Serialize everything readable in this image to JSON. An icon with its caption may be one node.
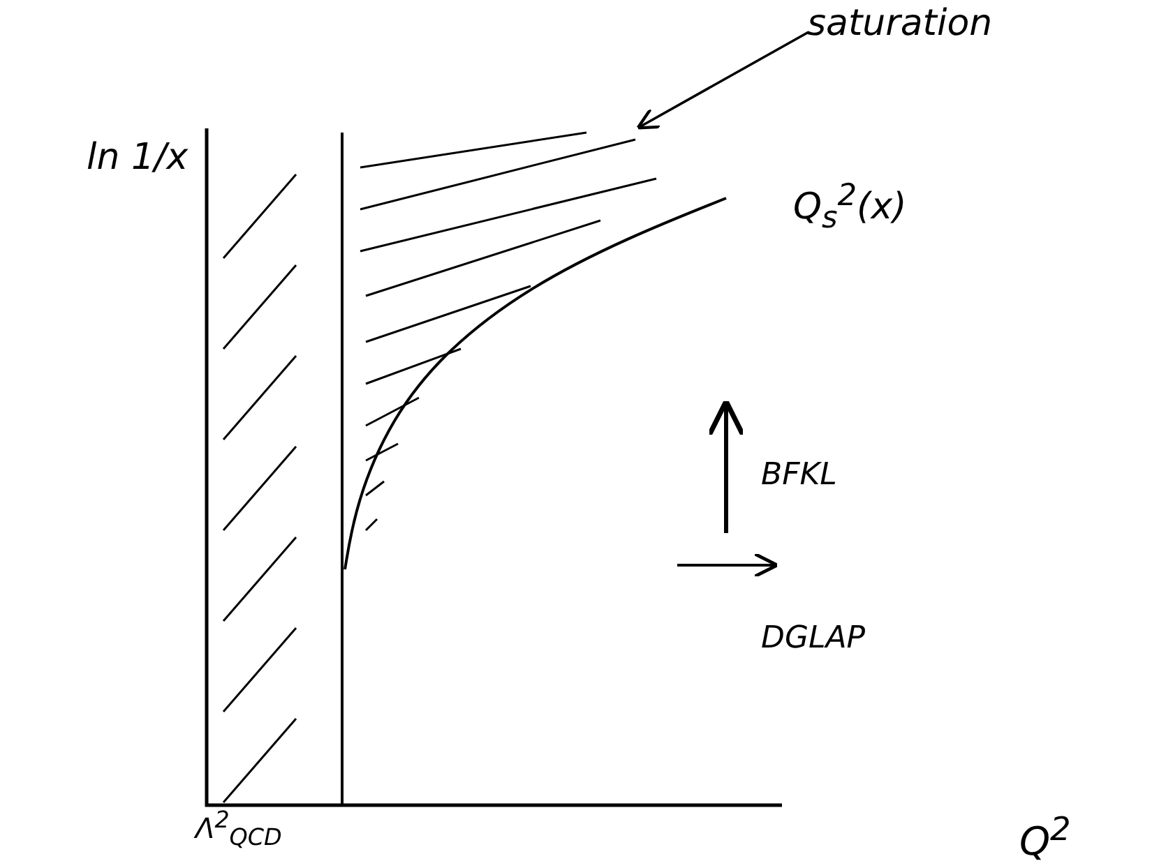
{
  "diagram": {
    "nodes": [
      {
        "text": [
          "saturation"
        ]
      },
      {
        "text": [],
        "shape": "area"
      }
    ],
    "edges": [
      {
        "from": 0,
        "to": 1,
        "arrow": "to"
      }
    ],
    "labels": [
      "ln 1/x",
      "Q$_{s}$$^{2}$(x)",
      "BFKL",
      "DGLAP",
      "Q$^{2}$",
      "Λ$^{2}$$_{QCD}$"
    ]
  }
}
